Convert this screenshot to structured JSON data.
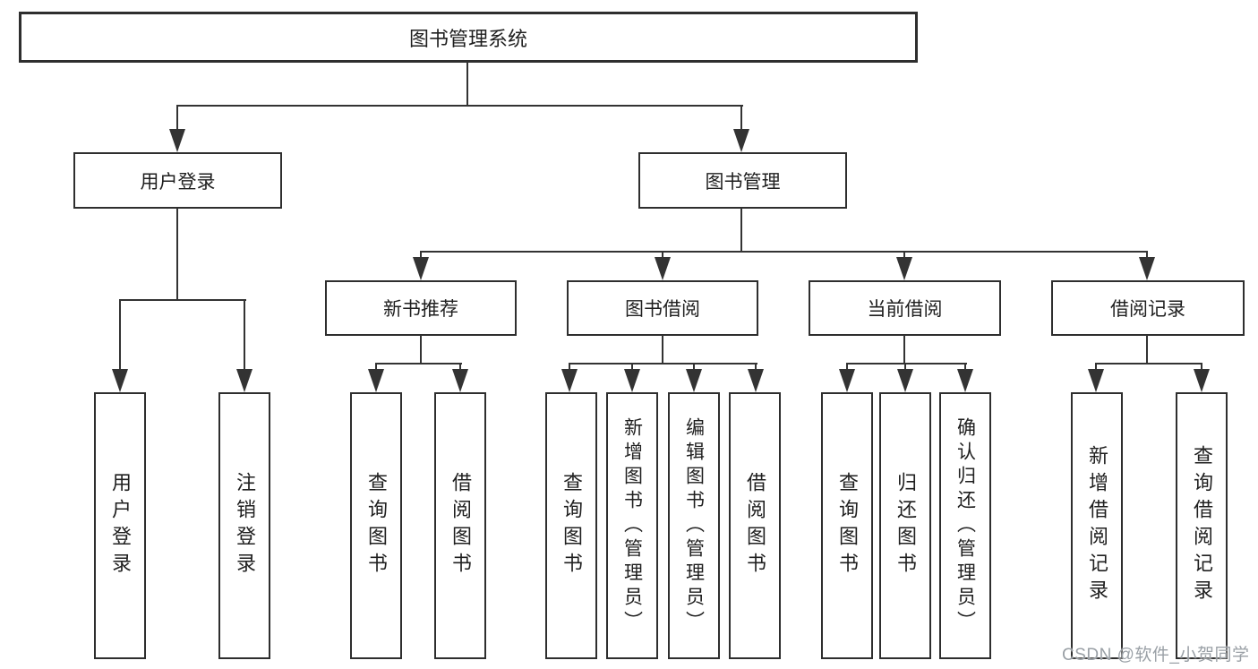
{
  "colors": {
    "line": "#333333",
    "box_border": "#2e2e2e",
    "text": "#1f1f1f",
    "watermark": "#9aa0a6",
    "background": "#ffffff"
  },
  "tree": {
    "label": "图书管理系统",
    "children": [
      {
        "label": "用户登录",
        "children": [
          {
            "label": "用户登录"
          },
          {
            "label": "注销登录"
          }
        ]
      },
      {
        "label": "图书管理",
        "children": [
          {
            "label": "新书推荐",
            "children": [
              {
                "label": "查询图书"
              },
              {
                "label": "借阅图书"
              }
            ]
          },
          {
            "label": "图书借阅",
            "children": [
              {
                "label": "查询图书"
              },
              {
                "label": "新增图书（管理员）"
              },
              {
                "label": "编辑图书（管理员）"
              },
              {
                "label": "借阅图书"
              }
            ]
          },
          {
            "label": "当前借阅",
            "children": [
              {
                "label": "查询图书"
              },
              {
                "label": "归还图书"
              },
              {
                "label": "确认归还（管理员）"
              }
            ]
          },
          {
            "label": "借阅记录",
            "children": [
              {
                "label": "新增借阅记录"
              },
              {
                "label": "查询借阅记录"
              }
            ]
          }
        ]
      }
    ]
  },
  "watermark": {
    "text": "CSDN @软件_小贺同学"
  }
}
